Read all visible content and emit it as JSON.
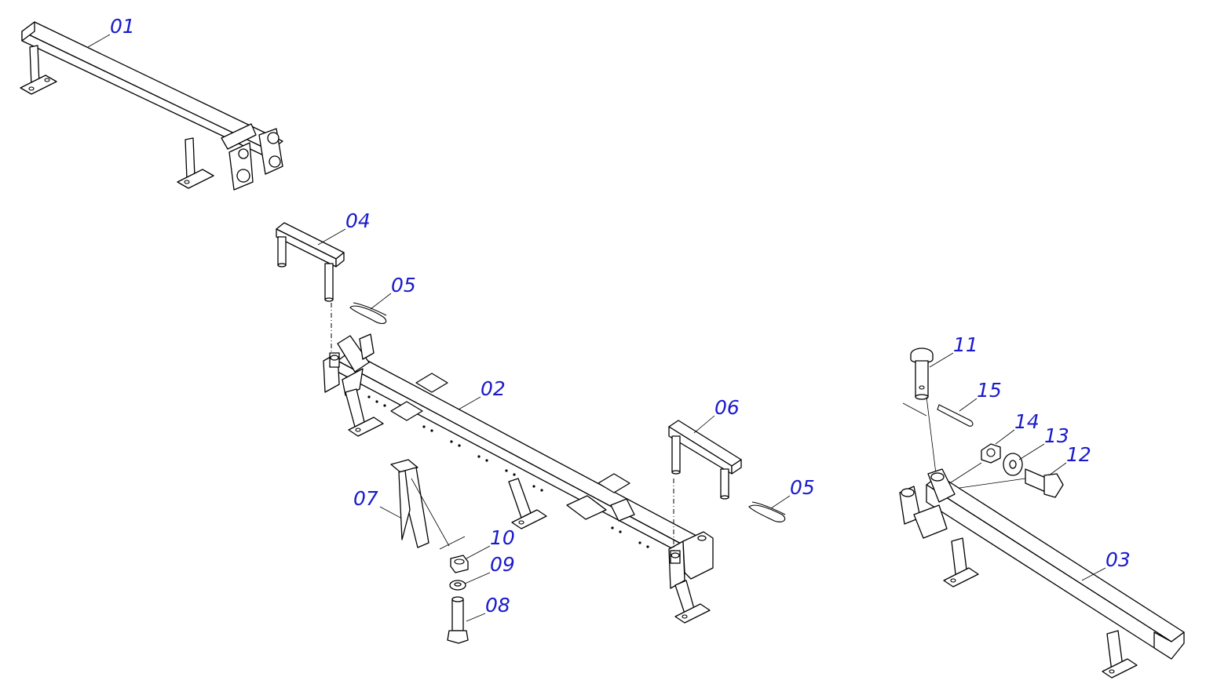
{
  "diagram": {
    "labels": {
      "p01": "01",
      "p02": "02",
      "p03": "03",
      "p04": "04",
      "p05a": "05",
      "p05b": "05",
      "p06": "06",
      "p07": "07",
      "p08": "08",
      "p09": "09",
      "p10": "10",
      "p11": "11",
      "p12": "12",
      "p13": "13",
      "p14": "14",
      "p15": "15"
    },
    "colors": {
      "label": "#1a1acc",
      "line": "#000000",
      "background": "#ffffff"
    }
  }
}
